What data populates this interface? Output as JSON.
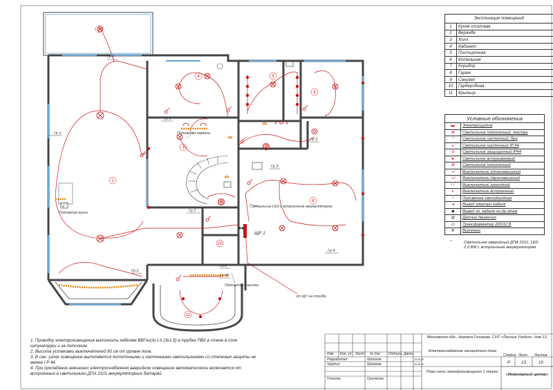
{
  "plan": {
    "rooms": [
      "1",
      "2",
      "3",
      "4",
      "5",
      "6",
      "7",
      "8",
      "9",
      "10",
      "11"
    ],
    "group_labels": [
      "Гр 1",
      "Гр 1",
      "Гр 1",
      "Гр 2",
      "Гр 2",
      "Гр 2",
      "Гр 3",
      "Гр 3",
      "Гр 4",
      "Гр 22"
    ],
    "annotations": {
      "podsvetka_kuhni": "Подсветка кухни",
      "podsvetka_zerkala": "Подсветка зеркала",
      "led_note": "Светильник LED с встроенным аккумулятором",
      "shr": "ЩР 1",
      "podsvetka_uchastka": "Подсветка участка",
      "ot_shu": "от ЩУ на столбе",
      "vent": "В"
    }
  },
  "explication": {
    "title": "Экспликация помещений",
    "rows": [
      {
        "n": "1",
        "name": "Кухня столовая"
      },
      {
        "n": "2",
        "name": "Веранда"
      },
      {
        "n": "3",
        "name": "Холл"
      },
      {
        "n": "4",
        "name": "Кабинет"
      },
      {
        "n": "5",
        "name": "Постирочная"
      },
      {
        "n": "6",
        "name": "Котельная"
      },
      {
        "n": "7",
        "name": "Коридор"
      },
      {
        "n": "8",
        "name": "Гараж"
      },
      {
        "n": "9",
        "name": "Санузел"
      },
      {
        "n": "10",
        "name": "Гардеробная"
      },
      {
        "n": "11",
        "name": "Крыльцо"
      }
    ]
  },
  "legend": {
    "title": "Условные обозначения",
    "rows": [
      {
        "icon": "panel-icon",
        "label": "Электрощиток"
      },
      {
        "icon": "chandelier-icon",
        "label": "Светильник потолочный, люстра"
      },
      {
        "icon": "wall-lamp-icon",
        "label": "Светильник настенный, бра"
      },
      {
        "icon": "wall-lamp-ip44-icon",
        "label": "Светильник настенный IP 44"
      },
      {
        "icon": "protected-lamp-icon",
        "label": "Светильник защищенный IP44"
      },
      {
        "icon": "recessed-lamp-icon",
        "label": "Светильник встраиваемый"
      },
      {
        "icon": "ceiling-lamp-icon",
        "label": "Светильник потолочный"
      },
      {
        "icon": "switch-1-icon",
        "label": "Выключатель одноклавишный"
      },
      {
        "icon": "switch-2-icon",
        "label": "Выключатель двухклавишный"
      },
      {
        "icon": "pass-switch-icon",
        "label": "Выключатель проходной"
      },
      {
        "icon": "builtin-switch-icon",
        "label": "Выключатель встроенный"
      },
      {
        "icon": "led-strip-icon",
        "label": "Подсветка светодиодная"
      },
      {
        "icon": "cable-out-icon",
        "label": "Вывод электро кабеля"
      },
      {
        "icon": "cable-up-icon",
        "label": "Вывод эл. кабеля на др.этаж"
      },
      {
        "icon": "motion-sensor-icon",
        "label": "Датчик движения"
      },
      {
        "icon": "transformer-icon",
        "label": "Трансформатор 220/12 В"
      },
      {
        "icon": "exhaust-icon",
        "label": "Вытяжка"
      }
    ],
    "extra": {
      "icon": "emergency-lamp-icon",
      "label": "Светильник аварийный ДПА 2101, LED 2,0 ВМ с встроенным аккумулятором"
    }
  },
  "notes": [
    "1. Проводку электроосвещения выполнить кабелем ВВГнг(А) LS (3х1,5) в трубах ПВХ в стене в слое штукатурки и за потолком.",
    "2. Высота установки выключателей 90 см от уровня пола.",
    "3. В сан. узлах освещение выполняется потолочными и настенными светильниками со степенью защиты не менее I P 44.",
    "4. При пропадании внешнего электроснабжения аварийное освещение автоматически включается от встроенных в светильники ДПА 2101 аккумуляторных батарей."
  ],
  "title_block": {
    "address": "Московская обл., деревня Голиково, СНТ «Лесные Угодья», дом 13.",
    "project": "Электроснабжение загородного дома",
    "sheet_name": "План сети электроосвещения 1 этажа",
    "company": "«Инженерный центр»",
    "headers": [
      "Изм",
      "Кол. уч",
      "Лист",
      "№ док",
      "Подпись",
      "Дата"
    ],
    "stage_headers": [
      "Стадия",
      "Лист",
      "Листов"
    ],
    "stage": "Р",
    "sheet": "13",
    "sheets": "19",
    "people": [
      {
        "role": "Разработал",
        "name": "Шолохов",
        "date": "15.06.20"
      },
      {
        "role": "Чертил",
        "name": "Шолохов",
        "date": "15.06.20"
      },
      {
        "role": "Н.контр",
        "name": "Гринченко",
        "date": ""
      }
    ]
  }
}
